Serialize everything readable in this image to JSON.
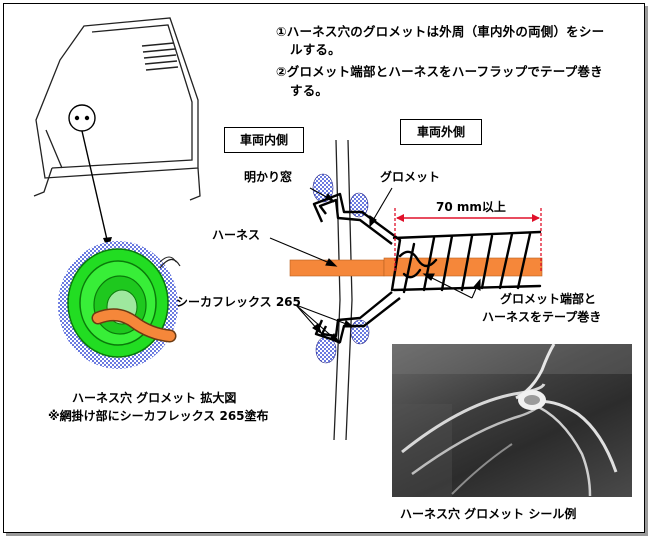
{
  "instructions": {
    "line1": "①ハーネス穴のグロメットは外周（車内外の両側）をシー",
    "line1b": "ルする。",
    "line2": "②グロメット端部とハーネスをハーフラップでテープ巻き",
    "line2b": "する。"
  },
  "labels": {
    "interior": "車両内側",
    "exterior": "車両外側",
    "window": "明かり窓",
    "grommet": "グロメット",
    "length": "70 mm以上",
    "harness": "ハーネス",
    "sealant": "シーカフレックス 265",
    "taped_line1": "グロメット端部と",
    "taped_line2": "ハーネスをテープ巻き"
  },
  "enlarged_caption": {
    "line1": "ハーネス穴 グロメット 拡大図",
    "line2": "※網掛け部にシーカフレックス 265塗布"
  },
  "photo_caption": "ハーネス穴 グロメット シール例",
  "colors": {
    "grommet_green": "#22dd22",
    "harness_orange": "#f5873a",
    "sealant_blue": "#3b4fd6",
    "dimension_red": "#e0102a",
    "photo_dark": "#3a3a3a"
  }
}
